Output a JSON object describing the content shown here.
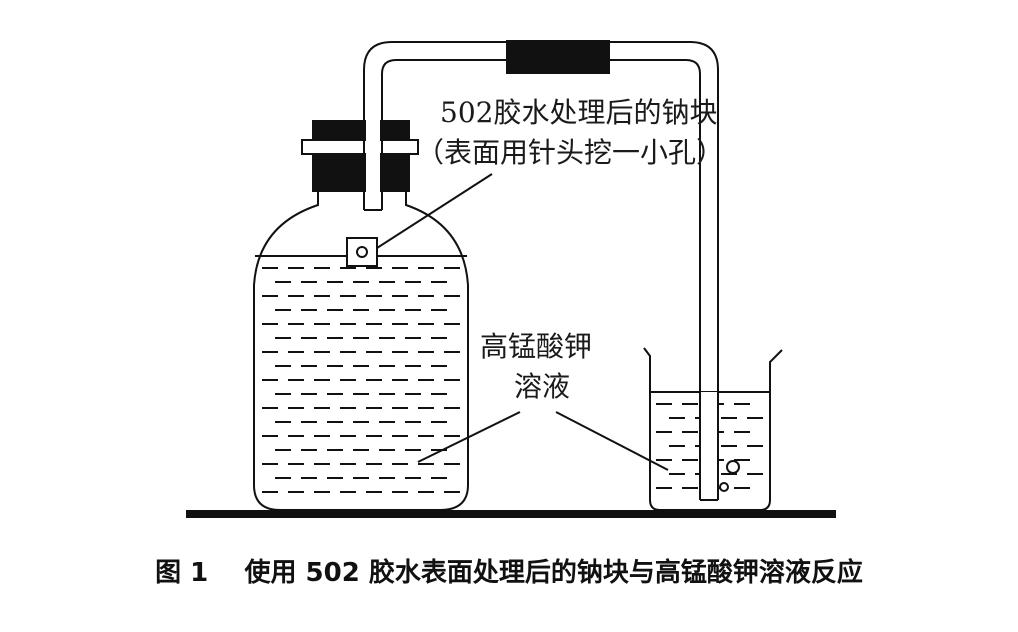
{
  "labels": {
    "sodium_line1": "502胶水处理后的钠块",
    "sodium_line2": "（表面用针头挖一小孔）",
    "kmno4_line1": "高锰酸钾",
    "kmno4_line2": "溶液"
  },
  "caption": {
    "fig_no": "图 1",
    "text": "使用 502 胶水表面处理后的钠块与高锰酸钾溶液反应"
  },
  "colors": {
    "ink": "#111111",
    "background": "#ffffff"
  }
}
